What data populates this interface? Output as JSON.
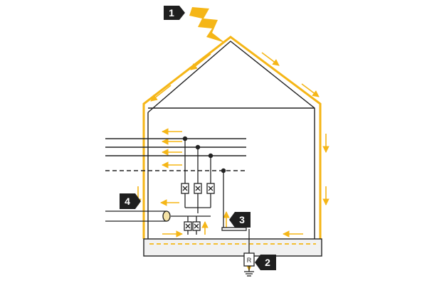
{
  "callouts": [
    {
      "id": "1",
      "label": "1"
    },
    {
      "id": "2",
      "label": "2"
    },
    {
      "id": "3",
      "label": "3"
    },
    {
      "id": "4",
      "label": "4"
    }
  ],
  "resistor": {
    "label": "R"
  },
  "colors": {
    "lightning": "#f5b617",
    "conductor": "#f5b617",
    "arrow": "#f5b617",
    "building_line": "#222222",
    "badge_bg": "#1f1f1f",
    "badge_text": "#ffffff",
    "foundation_fill": "#f1f1f1"
  },
  "icons": [
    "lightning-bolt-icon",
    "ground-symbol-icon",
    "surge-arrester-icon",
    "resistor-icon"
  ]
}
